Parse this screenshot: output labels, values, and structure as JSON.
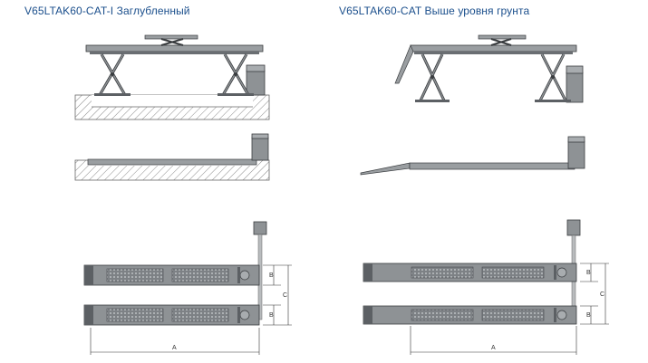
{
  "titles": {
    "left": "V65LTAK60-CAT-I Заглубленный",
    "right": "V65LTAK60-CAT Выше уровня грунта"
  },
  "dimensions": {
    "a": "A",
    "b": "B",
    "c": "C"
  },
  "colors": {
    "title": "#1b4f8c",
    "metal": "#8e9295",
    "metal_dark": "#5c6064",
    "outline": "#3a3d40",
    "hatch": "#8a8a8a"
  }
}
